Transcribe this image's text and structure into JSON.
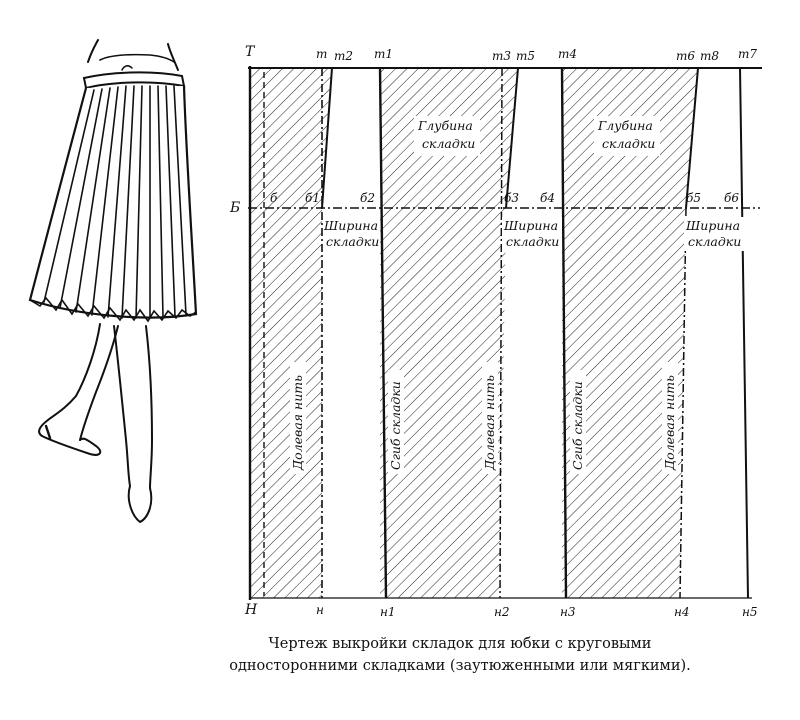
{
  "diagram": {
    "points_top": [
      "Т",
      "т",
      "т2",
      "т1",
      "т3",
      "т5",
      "т4",
      "т6",
      "т8",
      "т7"
    ],
    "points_hip": [
      "Б",
      "б",
      "б1",
      "б2",
      "б3",
      "б4",
      "б5",
      "б6"
    ],
    "points_hem": [
      "Н",
      "н",
      "н1",
      "н2",
      "н3",
      "н4",
      "н5"
    ],
    "depth_note": [
      "Глубина",
      "складки"
    ],
    "width_note": [
      "Ширина",
      "складки"
    ],
    "grain_note": "Долевая нить",
    "fold_note": "Сгиб складки"
  },
  "caption": {
    "line1": "Чертеж выкройки складок для юбки с круговыми",
    "line2": "односторонними складками (заутюженными или мягкими)."
  }
}
